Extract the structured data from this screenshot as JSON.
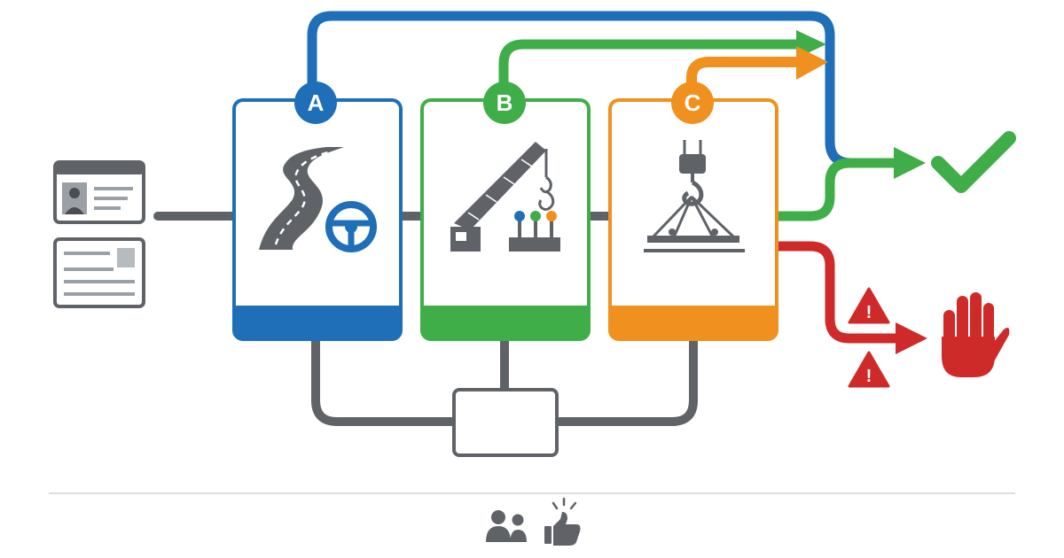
{
  "stages": [
    {
      "letter": "A",
      "color": "#1f6fb8",
      "icon": "road-steering-wheel-icon"
    },
    {
      "letter": "B",
      "color": "#3fae49",
      "icon": "crane-controls-icon"
    },
    {
      "letter": "C",
      "color": "#f0901e",
      "icon": "hook-load-rigging-icon"
    }
  ],
  "colors": {
    "gray": "#5f6368",
    "pass": "#3fae49",
    "fail": "#cf2a2a"
  },
  "documents": [
    "id-card-icon",
    "document-form-icon"
  ],
  "outcomes": {
    "pass_icon": "checkmark-icon",
    "fail_icon": "stop-hand-icon",
    "warning_icon": "warning-triangle-icon",
    "warning_glyph": "!"
  },
  "footer_icons": [
    "people-icon",
    "thumbs-up-icon"
  ]
}
